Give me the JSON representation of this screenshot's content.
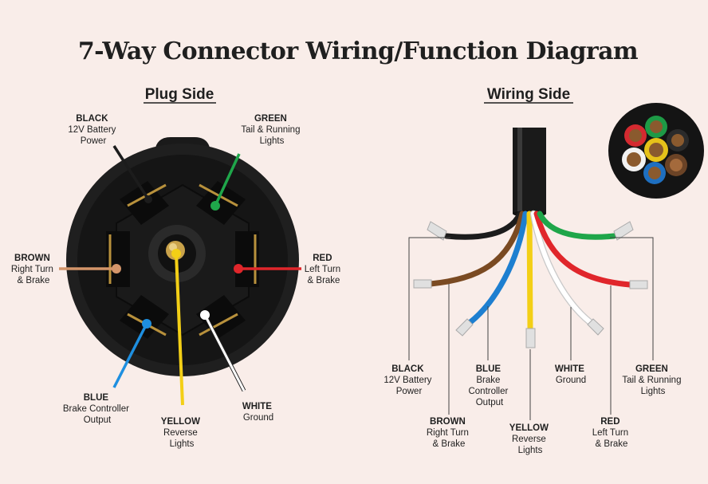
{
  "title": "7-Way Connector Wiring/Function Diagram",
  "plug_side": {
    "heading": "Plug Side",
    "labels": {
      "black": [
        "BLACK",
        "12V Battery",
        "Power"
      ],
      "green": [
        "GREEN",
        "Tail & Running",
        "Lights"
      ],
      "brown": [
        "BROWN",
        "Right Turn",
        "& Brake"
      ],
      "red": [
        "RED",
        "Left Turn",
        "& Brake"
      ],
      "blue": [
        "BLUE",
        "Brake Controller",
        "Output"
      ],
      "yellow": [
        "YELLOW",
        "Reverse",
        "Lights"
      ],
      "white": [
        "WHITE",
        "Ground"
      ]
    }
  },
  "wiring_side": {
    "heading": "Wiring Side",
    "labels": {
      "black": [
        "BLACK",
        "12V Battery",
        "Power"
      ],
      "brown": [
        "BROWN",
        "Right Turn",
        "& Brake"
      ],
      "blue": [
        "BLUE",
        "Brake",
        "Controller",
        "Output"
      ],
      "yellow": [
        "YELLOW",
        "Reverse",
        "Lights"
      ],
      "white": [
        "WHITE",
        "Ground"
      ],
      "red": [
        "RED",
        "Left Turn",
        "& Brake"
      ],
      "green": [
        "GREEN",
        "Tail & Running",
        "Lights"
      ]
    }
  },
  "wire_colors": {
    "black": "#1c1c1c",
    "green": "#1fa64a",
    "brown": "#7a4a22",
    "red": "#e0262b",
    "blue": "#1e7fd0",
    "yellow": "#f3cf16",
    "white": "#ffffff"
  }
}
